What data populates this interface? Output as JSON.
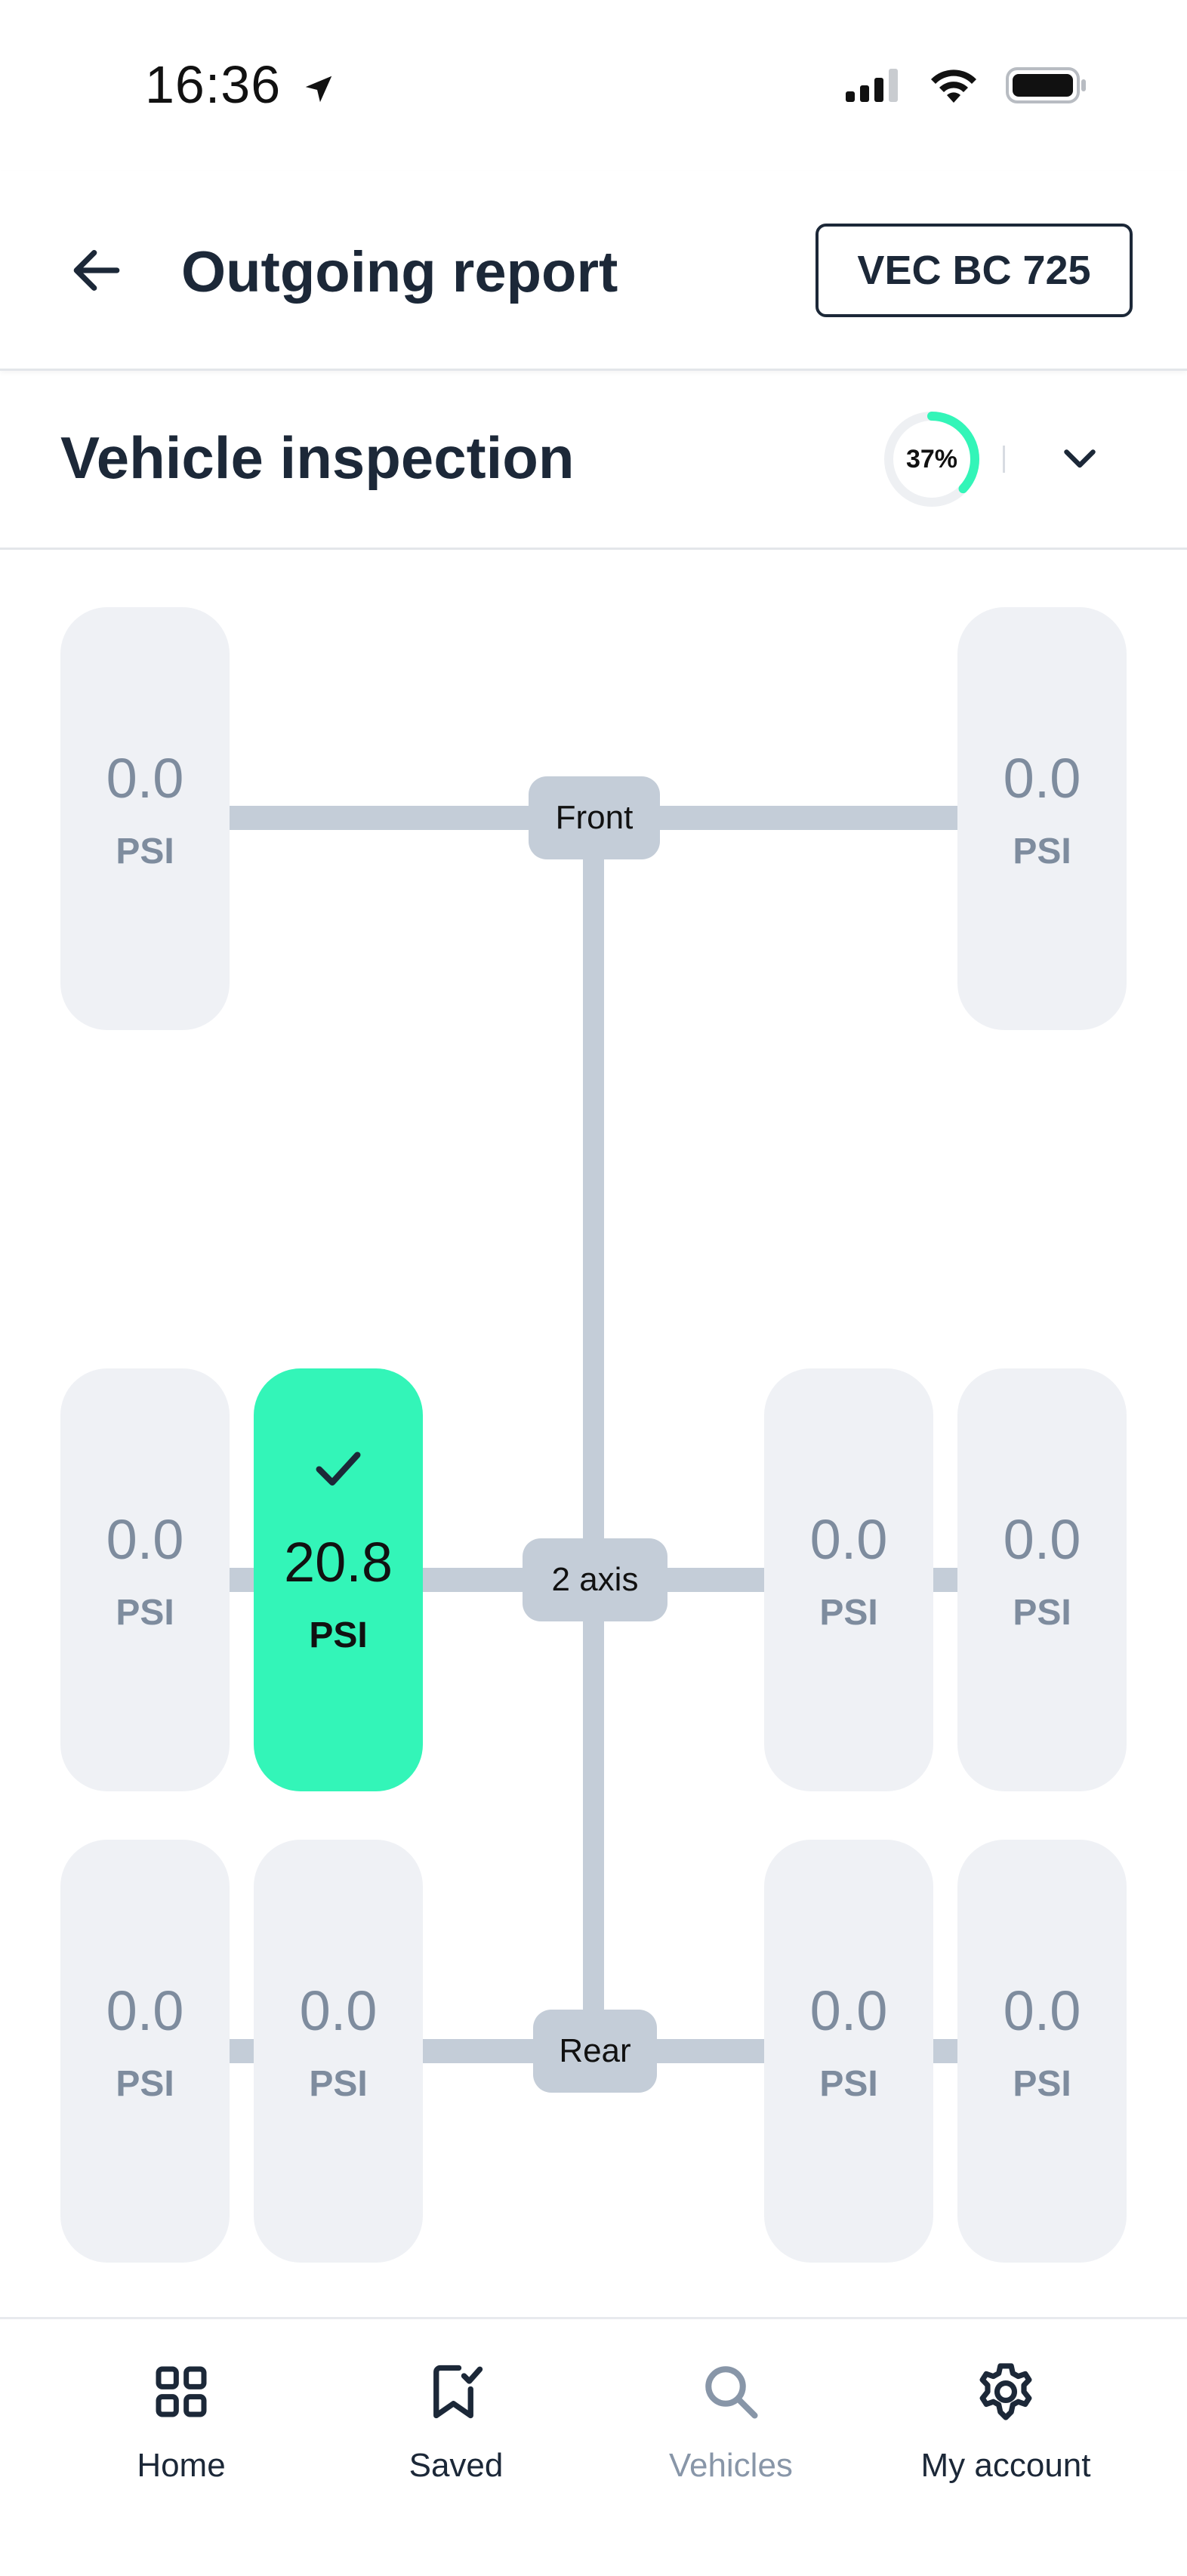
{
  "status_bar": {
    "time": "16:36"
  },
  "header": {
    "title": "Outgoing report",
    "plate": "VEC BC 725"
  },
  "section": {
    "title": "Vehicle inspection",
    "progress_percent": 37,
    "progress_label": "37%"
  },
  "colors": {
    "accent": "#33f5b8",
    "axle": "#c4cdd8",
    "tire_bg": "#eff1f5",
    "text": "#1c2838",
    "muted": "#7e8c9e"
  },
  "axles": [
    {
      "label": "Front",
      "tires": [
        {
          "value": "0.0",
          "unit": "PSI"
        },
        {
          "value": "0.0",
          "unit": "PSI"
        }
      ]
    },
    {
      "label": "2 axis",
      "tires": [
        {
          "value": "0.0",
          "unit": "PSI"
        },
        {
          "value": "20.8",
          "unit": "PSI",
          "checked": true
        },
        {
          "value": "0.0",
          "unit": "PSI"
        },
        {
          "value": "0.0",
          "unit": "PSI"
        }
      ]
    },
    {
      "label": "Rear",
      "tires": [
        {
          "value": "0.0",
          "unit": "PSI"
        },
        {
          "value": "0.0",
          "unit": "PSI"
        },
        {
          "value": "0.0",
          "unit": "PSI"
        },
        {
          "value": "0.0",
          "unit": "PSI"
        }
      ]
    }
  ],
  "nav": [
    {
      "label": "Home",
      "icon": "grid-icon",
      "active": true
    },
    {
      "label": "Saved",
      "icon": "bookmark-check-icon",
      "active": true
    },
    {
      "label": "Vehicles",
      "icon": "search-icon",
      "active": false
    },
    {
      "label": "My account",
      "icon": "gear-icon",
      "active": true
    }
  ]
}
